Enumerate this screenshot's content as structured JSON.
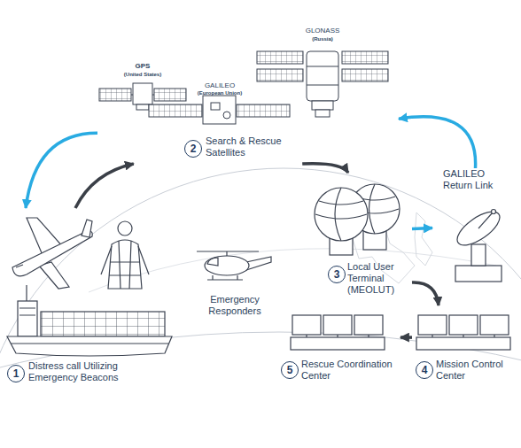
{
  "diagram": {
    "nodes": [
      {
        "text": [
          "1",
          "Distress call Utilizing Emergency Beacons"
        ]
      },
      {
        "text": [
          "2",
          "Search & Rescue Satellites"
        ]
      },
      {
        "text": [
          "3",
          "Local User Terminal (MEOLUT)"
        ]
      },
      {
        "text": [
          "4",
          "Mission Control Center"
        ]
      },
      {
        "text": [
          "5",
          "Rescue Coordination Center"
        ]
      },
      {
        "text": [
          "GALILEO Return Link"
        ]
      },
      {
        "text": [
          "Emergency Responders"
        ]
      }
    ],
    "edges": [
      {
        "from": 0,
        "to": 1,
        "arrow": "to"
      },
      {
        "from": 1,
        "to": 0,
        "arrow": "to"
      },
      {
        "from": 1,
        "to": 2,
        "arrow": "to"
      },
      {
        "from": 2,
        "to": 5,
        "arrow": "to"
      },
      {
        "from": 5,
        "to": 1,
        "arrow": "to"
      },
      {
        "from": 2,
        "to": 3,
        "arrow": "to"
      },
      {
        "from": 3,
        "to": 4,
        "arrow": "to"
      }
    ],
    "labels": [
      "GPS",
      "(United States)",
      "GALILEO",
      "(European Union)",
      "GLONASS",
      "(Russia)"
    ]
  }
}
